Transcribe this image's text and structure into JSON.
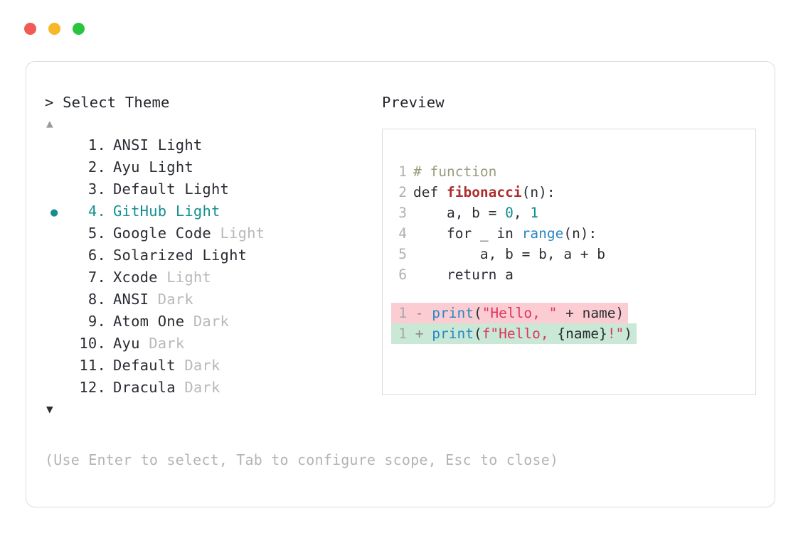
{
  "window": {
    "traffic_lights": [
      {
        "name": "close-dot",
        "color": "#f25a56"
      },
      {
        "name": "minimize-dot",
        "color": "#f6b829"
      },
      {
        "name": "maximize-dot",
        "color": "#29c540"
      }
    ]
  },
  "selector": {
    "prompt": "> Select Theme",
    "scroll_up_icon": "▲",
    "scroll_down_icon": "▼",
    "selected_bullet": "●",
    "selected_index": 4,
    "accent_color": "#148f8f",
    "items": [
      {
        "number": " 1.",
        "name": "ANSI",
        "suffix": "Light",
        "suffix_dim": false,
        "selected": false
      },
      {
        "number": " 2.",
        "name": "Ayu",
        "suffix": "Light",
        "suffix_dim": false,
        "selected": false
      },
      {
        "number": " 3.",
        "name": "Default",
        "suffix": "Light",
        "suffix_dim": false,
        "selected": false
      },
      {
        "number": " 4.",
        "name": "GitHub",
        "suffix": "Light",
        "suffix_dim": false,
        "selected": true
      },
      {
        "number": " 5.",
        "name": "Google Code",
        "suffix": "Light",
        "suffix_dim": true,
        "selected": false
      },
      {
        "number": " 6.",
        "name": "Solarized",
        "suffix": "Light",
        "suffix_dim": false,
        "selected": false
      },
      {
        "number": " 7.",
        "name": "Xcode",
        "suffix": "Light",
        "suffix_dim": true,
        "selected": false
      },
      {
        "number": " 8.",
        "name": "ANSI",
        "suffix": "Dark",
        "suffix_dim": true,
        "selected": false
      },
      {
        "number": " 9.",
        "name": "Atom One",
        "suffix": "Dark",
        "suffix_dim": true,
        "selected": false
      },
      {
        "number": "10.",
        "name": "Ayu",
        "suffix": "Dark",
        "suffix_dim": true,
        "selected": false
      },
      {
        "number": "11.",
        "name": "Default",
        "suffix": "Dark",
        "suffix_dim": true,
        "selected": false
      },
      {
        "number": "12.",
        "name": "Dracula",
        "suffix": "Dark",
        "suffix_dim": true,
        "selected": false
      }
    ]
  },
  "hint": "(Use Enter to select, Tab to configure scope, Esc to close)",
  "preview": {
    "label": "Preview",
    "code_lines": [
      {
        "num": "1",
        "tokens": [
          {
            "t": "# function",
            "c": "tok-comment"
          }
        ]
      },
      {
        "num": "2",
        "tokens": [
          {
            "t": "def ",
            "c": "tok-plain"
          },
          {
            "t": "fibonacci",
            "c": "tok-func"
          },
          {
            "t": "(n):",
            "c": "tok-plain"
          }
        ]
      },
      {
        "num": "3",
        "tokens": [
          {
            "t": "    a, b = ",
            "c": "tok-plain"
          },
          {
            "t": "0",
            "c": "tok-num"
          },
          {
            "t": ", ",
            "c": "tok-plain"
          },
          {
            "t": "1",
            "c": "tok-num"
          }
        ]
      },
      {
        "num": "4",
        "tokens": [
          {
            "t": "    for _ in ",
            "c": "tok-plain"
          },
          {
            "t": "range",
            "c": "tok-builtin"
          },
          {
            "t": "(n):",
            "c": "tok-plain"
          }
        ]
      },
      {
        "num": "5",
        "tokens": [
          {
            "t": "        a, b = b, a + b",
            "c": "tok-plain"
          }
        ]
      },
      {
        "num": "6",
        "tokens": [
          {
            "t": "    return a",
            "c": "tok-plain"
          }
        ]
      }
    ],
    "diff_lines": [
      {
        "kind": "minus",
        "num": "1",
        "sign": "-",
        "tokens": [
          {
            "t": "print",
            "c": "tok-builtin"
          },
          {
            "t": "(",
            "c": "tok-plain"
          },
          {
            "t": "\"Hello, \"",
            "c": "tok-str"
          },
          {
            "t": " + name)",
            "c": "tok-plain"
          }
        ]
      },
      {
        "kind": "plus",
        "num": "1",
        "sign": "+",
        "tokens": [
          {
            "t": "print",
            "c": "tok-builtin"
          },
          {
            "t": "(",
            "c": "tok-plain"
          },
          {
            "t": "f\"Hello, ",
            "c": "tok-str"
          },
          {
            "t": "{name}",
            "c": "tok-plain"
          },
          {
            "t": "!\"",
            "c": "tok-str"
          },
          {
            "t": ")",
            "c": "tok-plain"
          }
        ]
      }
    ]
  },
  "colors": {
    "accent": "#148f8f",
    "diff_add_bg": "#c9e8d5",
    "diff_del_bg": "#fbcdd2",
    "border": "#dcdcdc",
    "text": "#2a2d33",
    "muted": "#b4b4b4"
  }
}
